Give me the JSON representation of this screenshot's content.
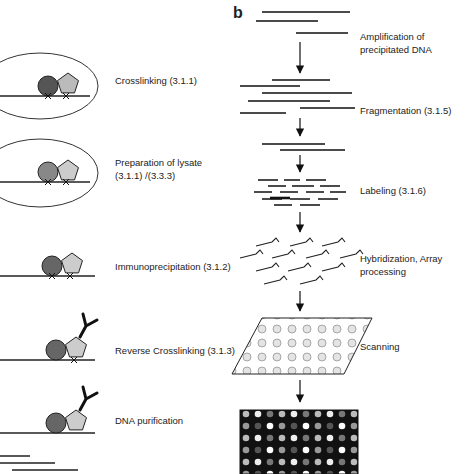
{
  "diagram": {
    "labels": [
      "Crosslinking (3.1.1)",
      "Preparation of lysate (3.1.1) /(3.3.3)",
      "Immunoprecipitation (3.1.2)",
      "Reverse Crosslinking (3.1.3)",
      "DNA purification",
      "b",
      "Amplification of precipitated DNA",
      "Fragmentation (3.1.5)",
      "Labeling (3.1.6)",
      "Hybridization, Array processing",
      "Scanning"
    ]
  }
}
